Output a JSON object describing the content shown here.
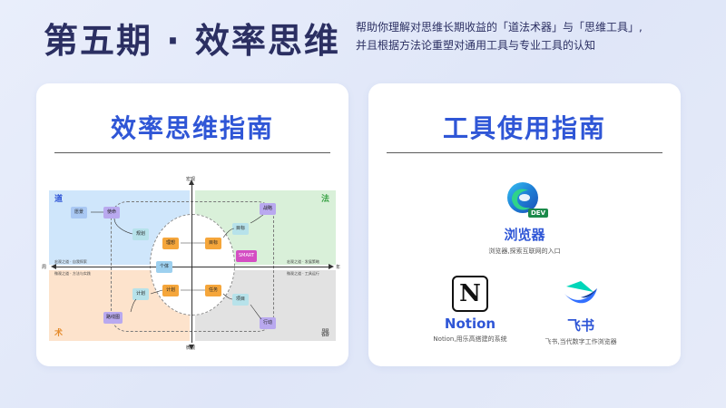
{
  "header": {
    "title": "第五期 · 效率思维",
    "subtitle_line1": "帮助你理解对思维长期收益的「道法术器」与「思维工具」,",
    "subtitle_line2": "并且根据方法论重塑对通用工具与专业工具的认知"
  },
  "left_card": {
    "title": "效率思维指南",
    "diagram": {
      "axis_top": "宏观",
      "axis_bottom": "微观",
      "axis_left": "周",
      "axis_right": "年",
      "q_tl": "道",
      "q_tr": "法",
      "q_bl": "术",
      "q_br": "器",
      "nodes": {
        "yuanjing": "愿景",
        "shiming": "使命",
        "lianxi": "规划",
        "lixiang": "理想",
        "mubiao": "目标",
        "mubiao_tag": "SMART",
        "zhanlue": "战略",
        "zhibiao": "目标",
        "geren": "个体",
        "jihua": "计划",
        "renwu": "任务",
        "jihua2": "计划",
        "xiangmu": "项目",
        "xingdong": "行动",
        "luxian": "路线图"
      },
      "mini_tl": "宏观之道 · 自我探索",
      "mini_tr": "宏观之道 · 发展策略",
      "mini_bl": "微观之道 · 方法与实践",
      "mini_br": "微观之道 · 工具运行"
    }
  },
  "right_card": {
    "title": "工具使用指南",
    "tools": [
      {
        "icon": "edge-dev-icon",
        "badge": "DEV",
        "name": "浏览器",
        "desc": "浏览器,探索互联网的入口"
      },
      {
        "icon": "notion-icon",
        "glyph": "N",
        "name": "Notion",
        "desc": "Notion,用乐高搭建的系统"
      },
      {
        "icon": "feishu-icon",
        "name": "飞书",
        "desc": "飞书,当代数字工作浏览器"
      }
    ]
  },
  "colors": {
    "title": "#2b2f62",
    "accent": "#2f56d6",
    "node_orange": "#f5a63b",
    "node_blue": "#a9c8f3",
    "node_purple": "#b9a9ef"
  }
}
